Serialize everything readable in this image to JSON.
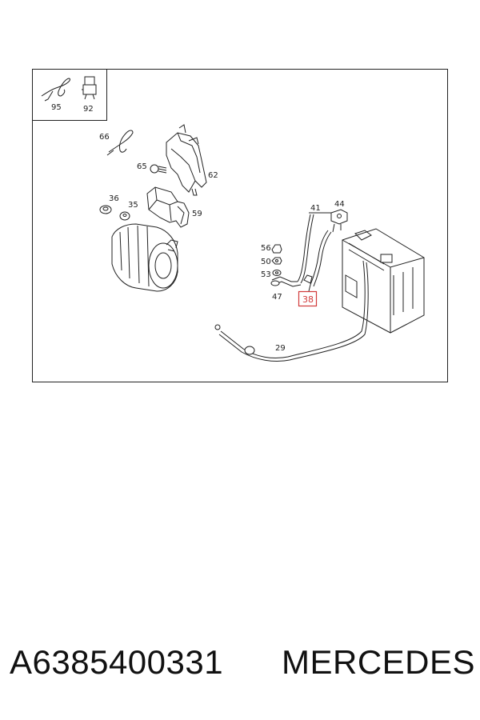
{
  "diagram": {
    "inset_labels": [
      "95",
      "92"
    ],
    "callouts": {
      "c66": "66",
      "c65": "65",
      "c62": "62",
      "c36": "36",
      "c35": "35",
      "c59": "59",
      "c41": "41",
      "c44": "44",
      "c56": "56",
      "c50": "50",
      "c53": "53",
      "c47": "47",
      "c38": "38",
      "c29": "29"
    },
    "highlight_color": "#d23a3a"
  },
  "footer": {
    "part_number": "A6385400331",
    "brand": "MERCEDES"
  }
}
